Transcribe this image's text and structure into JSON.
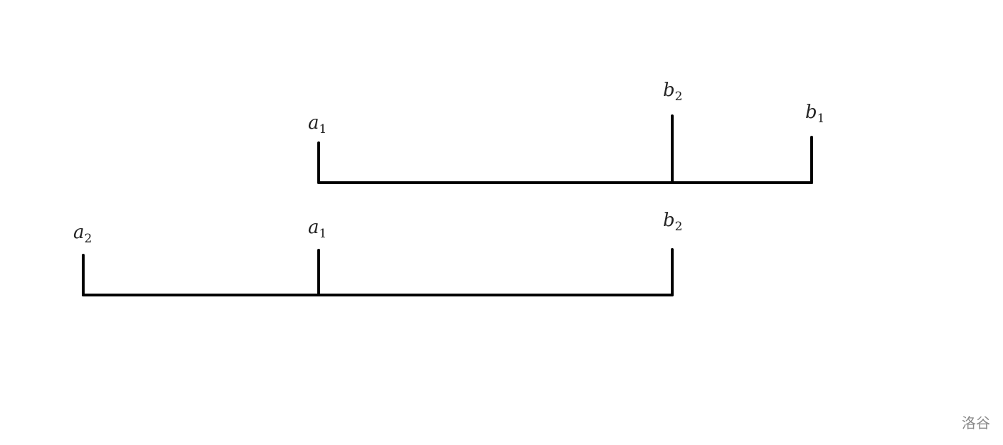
{
  "top_interval": {
    "labels": [
      {
        "name": "a",
        "sub": "1"
      },
      {
        "name": "b",
        "sub": "2"
      },
      {
        "name": "b",
        "sub": "1"
      }
    ]
  },
  "bottom_interval": {
    "labels": [
      {
        "name": "a",
        "sub": "2"
      },
      {
        "name": "a",
        "sub": "1"
      },
      {
        "name": "b",
        "sub": "2"
      }
    ]
  },
  "watermark": "洛谷"
}
